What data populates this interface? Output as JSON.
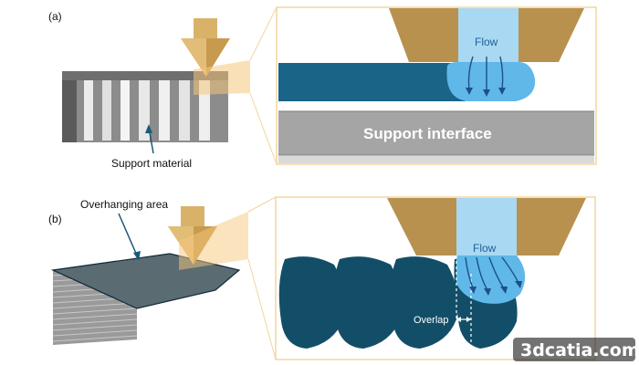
{
  "panel_a": {
    "label": "(a)",
    "callout": "Support material",
    "zoom": {
      "flow_label": "Flow",
      "interface_label": "Support interface"
    }
  },
  "panel_b": {
    "label": "(b)",
    "callout": "Overhanging area",
    "zoom": {
      "flow_label": "Flow",
      "overlap_label": "Overlap"
    }
  },
  "watermark": "3dcatia.com",
  "colors": {
    "nozzle_gold": "#b8914f",
    "melt_blue": "#5fb8e8",
    "flow_channel": "#a9d8f2",
    "bead_dark": "#134e68",
    "support_gray": "#a5a5a5",
    "zoom_border": "#f2d5a0",
    "zoom_fill": "#f6c77b"
  }
}
